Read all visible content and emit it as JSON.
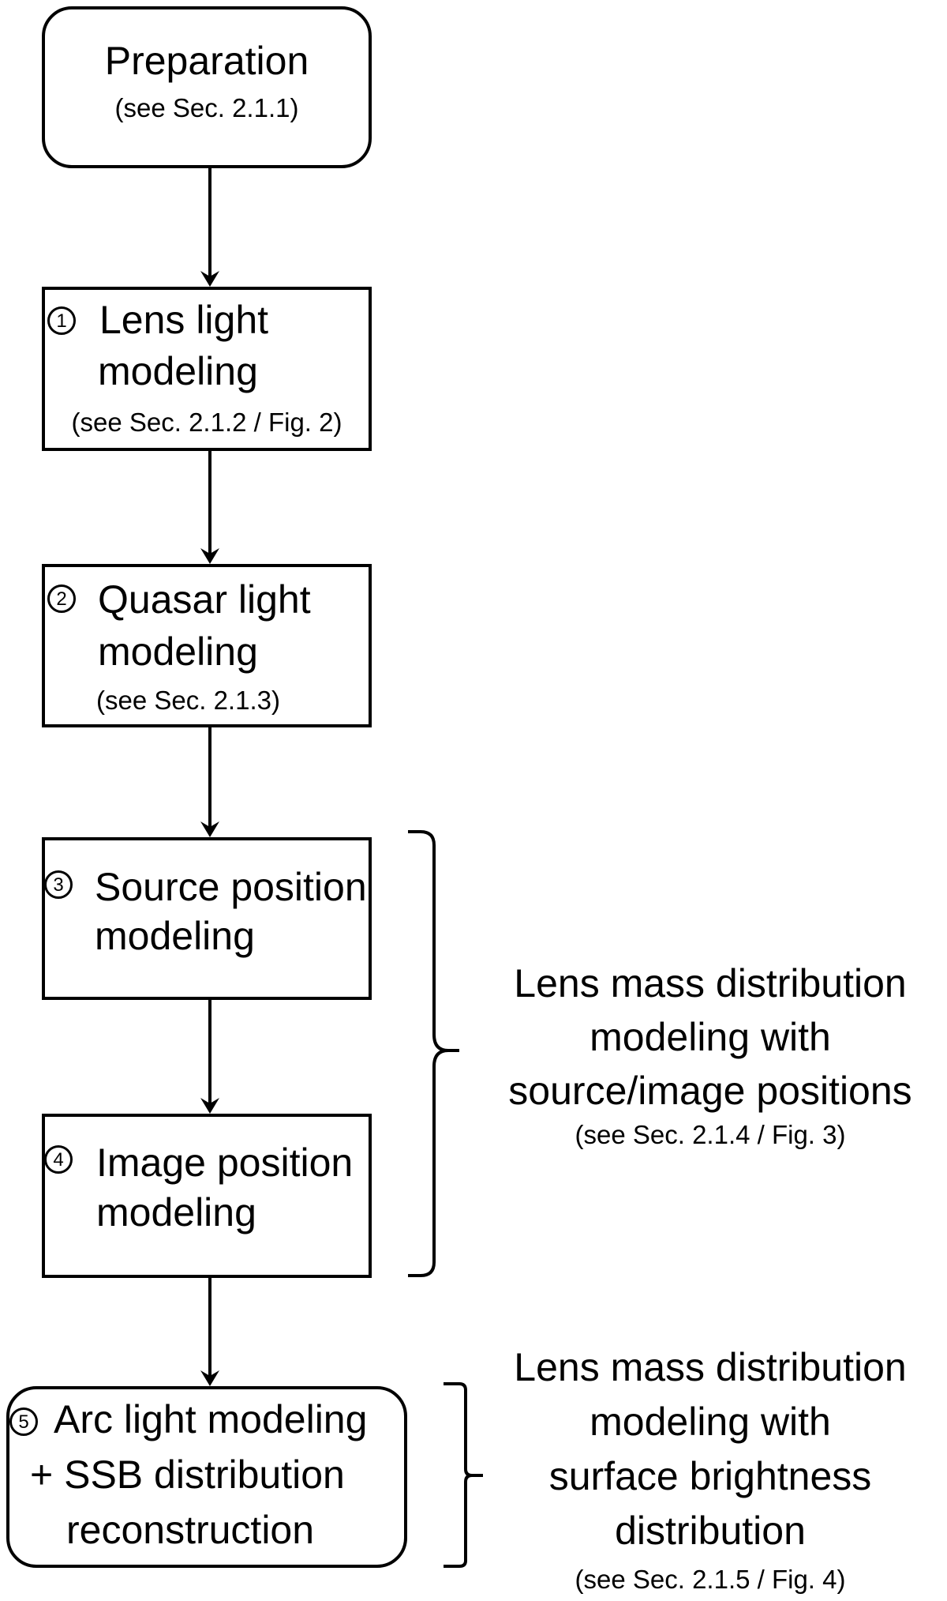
{
  "steps": [
    {
      "id": "prep",
      "number": "",
      "title_lines": [
        "Preparation"
      ],
      "ref": "(see Sec. 2.1.1)"
    },
    {
      "id": "step1",
      "number": "1",
      "title_lines": [
        "Lens light",
        "modeling"
      ],
      "ref": "(see Sec. 2.1.2 / Fig. 2)"
    },
    {
      "id": "step2",
      "number": "2",
      "title_lines": [
        "Quasar light",
        "modeling"
      ],
      "ref": "(see Sec. 2.1.3)"
    },
    {
      "id": "step3",
      "number": "3",
      "title_lines": [
        "Source position",
        "modeling"
      ],
      "ref": ""
    },
    {
      "id": "step4",
      "number": "4",
      "title_lines": [
        "Image position",
        "modeling"
      ],
      "ref": ""
    },
    {
      "id": "step5",
      "number": "5",
      "title_lines": [
        "Arc light modeling",
        "+ SSB distribution",
        "reconstruction"
      ],
      "ref": ""
    }
  ],
  "annotations": [
    {
      "id": "group-positions",
      "lines": [
        "Lens mass distribution",
        "modeling with",
        "source/image positions"
      ],
      "ref": "(see Sec. 2.1.4 / Fig. 3)"
    },
    {
      "id": "group-surface",
      "lines": [
        "Lens mass distribution",
        "modeling with",
        "surface brightness",
        "distribution"
      ],
      "ref": "(see Sec. 2.1.5 / Fig. 4)"
    }
  ],
  "edges": [
    [
      "prep",
      "step1"
    ],
    [
      "step1",
      "step2"
    ],
    [
      "step2",
      "step3"
    ],
    [
      "step3",
      "step4"
    ],
    [
      "step4",
      "step5"
    ]
  ]
}
